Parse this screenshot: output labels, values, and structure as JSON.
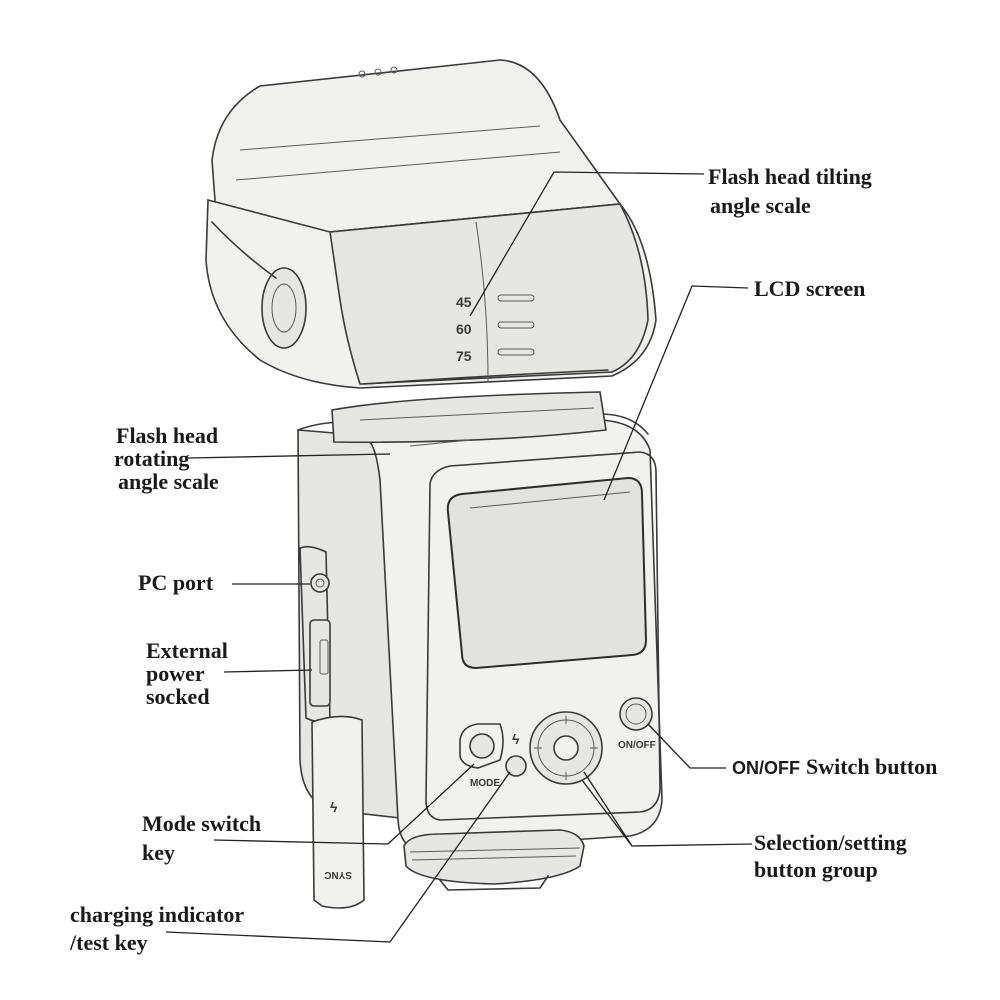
{
  "labels": {
    "tilt_scale": [
      "Flash head tilting",
      "angle scale"
    ],
    "lcd": "LCD screen",
    "rotate_scale": [
      "Flash head",
      "rotating",
      "angle scale"
    ],
    "pc_port": "PC port",
    "ext_power": [
      "External",
      "power",
      "socked"
    ],
    "onoff_bold": "ON/OFF",
    "onoff_rest": "Switch button",
    "mode_key": [
      "Mode switch",
      "key"
    ],
    "selection": [
      "Selection/setting",
      "button group"
    ],
    "charging": [
      "charging indicator",
      "/test key"
    ]
  },
  "device_text": {
    "scale_marks": [
      "45",
      "60",
      "75"
    ],
    "mode_btn": "MODE",
    "onoff_btn": "ON/OFF",
    "sync": "SYNC",
    "flash_symbol": "ϟ"
  },
  "colors": {
    "line": "#3a3a3a",
    "body": "#f1f1ee",
    "screen": "#e2e2de"
  }
}
